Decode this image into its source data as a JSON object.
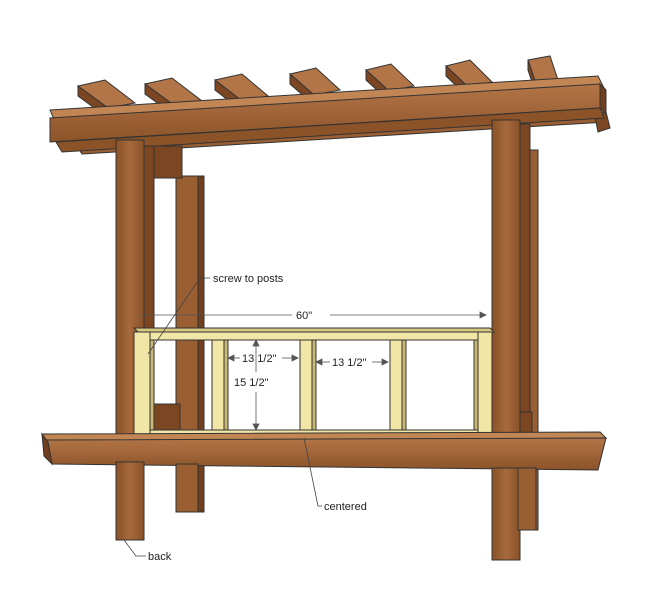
{
  "annotations": {
    "screw_note": "screw to posts",
    "overall_width": "60\"",
    "spacing_left": "13 1/2\"",
    "spacing_mid": "13 1/2\"",
    "height": "15 1/2\"",
    "centered_note": "centered",
    "back_note": "back"
  },
  "colors": {
    "wood_front": "#9b5f35",
    "wood_light": "#b57a4c",
    "wood_dark": "#6f3f1f",
    "pine_face": "#f2e6a6",
    "pine_edge": "#c9b874",
    "line": "#333333"
  }
}
